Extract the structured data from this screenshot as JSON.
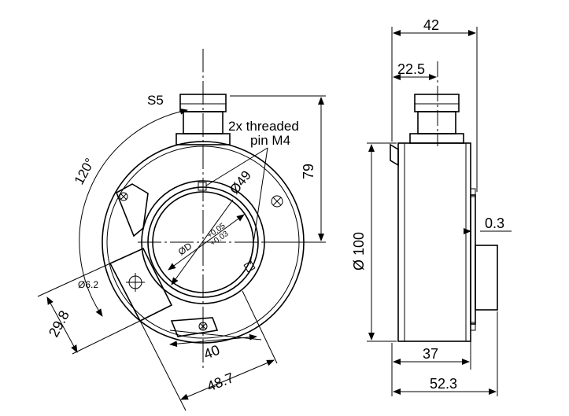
{
  "labels": {
    "cable": "S5",
    "threaded": "2x threaded",
    "pin": "pin M4",
    "angle": "120°",
    "d49": "Ø49",
    "d_shaft": "ØD",
    "tol_top": "+0.05",
    "tol_bot": "+0.03",
    "d62": "Ø6.2",
    "d100": "Ø 100"
  },
  "dimensions": {
    "h79": "79",
    "d298": "29.8",
    "d40": "40",
    "d487": "48.7",
    "w42": "42",
    "w225": "22.5",
    "t03": "0.3",
    "w37": "37",
    "w523": "52.3"
  }
}
